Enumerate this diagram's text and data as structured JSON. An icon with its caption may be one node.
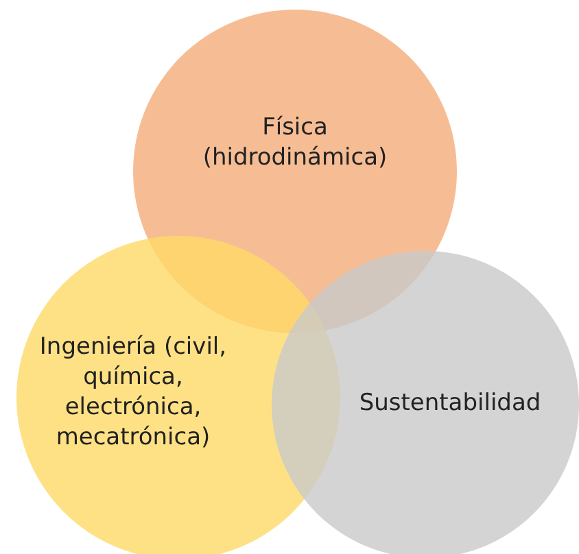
{
  "diagram": {
    "nodes": [
      {
        "text": [
          "Física (hidrodinámica)"
        ]
      },
      {
        "text": [
          "Ingeniería (civil, química, electrónica, mecatrónica)"
        ]
      },
      {
        "text": [
          "Sustentabilidad"
        ]
      }
    ],
    "edges": []
  }
}
